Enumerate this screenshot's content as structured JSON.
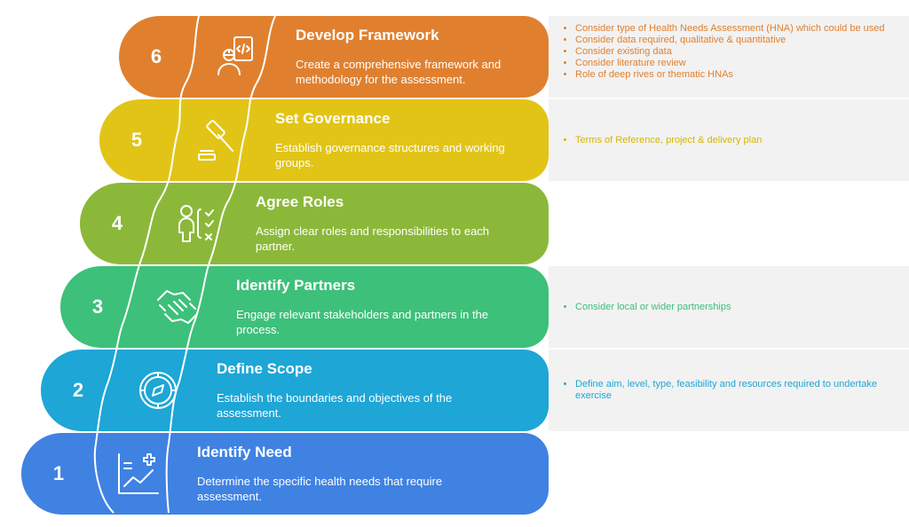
{
  "steps": [
    {
      "number": "6",
      "title": "Develop Framework",
      "desc": "Create a comprehensive framework and methodology for the assessment.",
      "color": "#E0802F",
      "icon": "developer-framework-icon",
      "notes": [
        "Consider type of Health Needs Assessment (HNA) which could be used",
        "Consider data required, qualitative & quantitative",
        "Consider existing data",
        "Consider literature review",
        "Role of deep rives or thematic HNAs"
      ]
    },
    {
      "number": "5",
      "title": "Set Governance",
      "desc": "Establish governance structures and working groups.",
      "color": "#E2C417",
      "icon": "gavel-icon",
      "notes": [
        "Terms of Reference, project & delivery plan"
      ]
    },
    {
      "number": "4",
      "title": "Agree Roles",
      "desc": "Assign clear roles and responsibilities to each partner.",
      "color": "#8CB83A",
      "icon": "person-checklist-icon",
      "notes": []
    },
    {
      "number": "3",
      "title": "Identify Partners",
      "desc": "Engage relevant stakeholders and partners in the process.",
      "color": "#3DC07A",
      "icon": "handshake-icon",
      "notes": [
        "Consider local or wider partnerships"
      ]
    },
    {
      "number": "2",
      "title": "Define Scope",
      "desc": "Establish the boundaries and objectives of the assessment.",
      "color": "#1DA6D6",
      "icon": "compass-icon",
      "notes": [
        "Define aim, level, type, feasibility and resources required to undertake exercise"
      ]
    },
    {
      "number": "1",
      "title": "Identify Need",
      "desc": "Determine the specific health needs that require assessment.",
      "color": "#3F82E2",
      "icon": "health-chart-icon",
      "notes": []
    }
  ]
}
